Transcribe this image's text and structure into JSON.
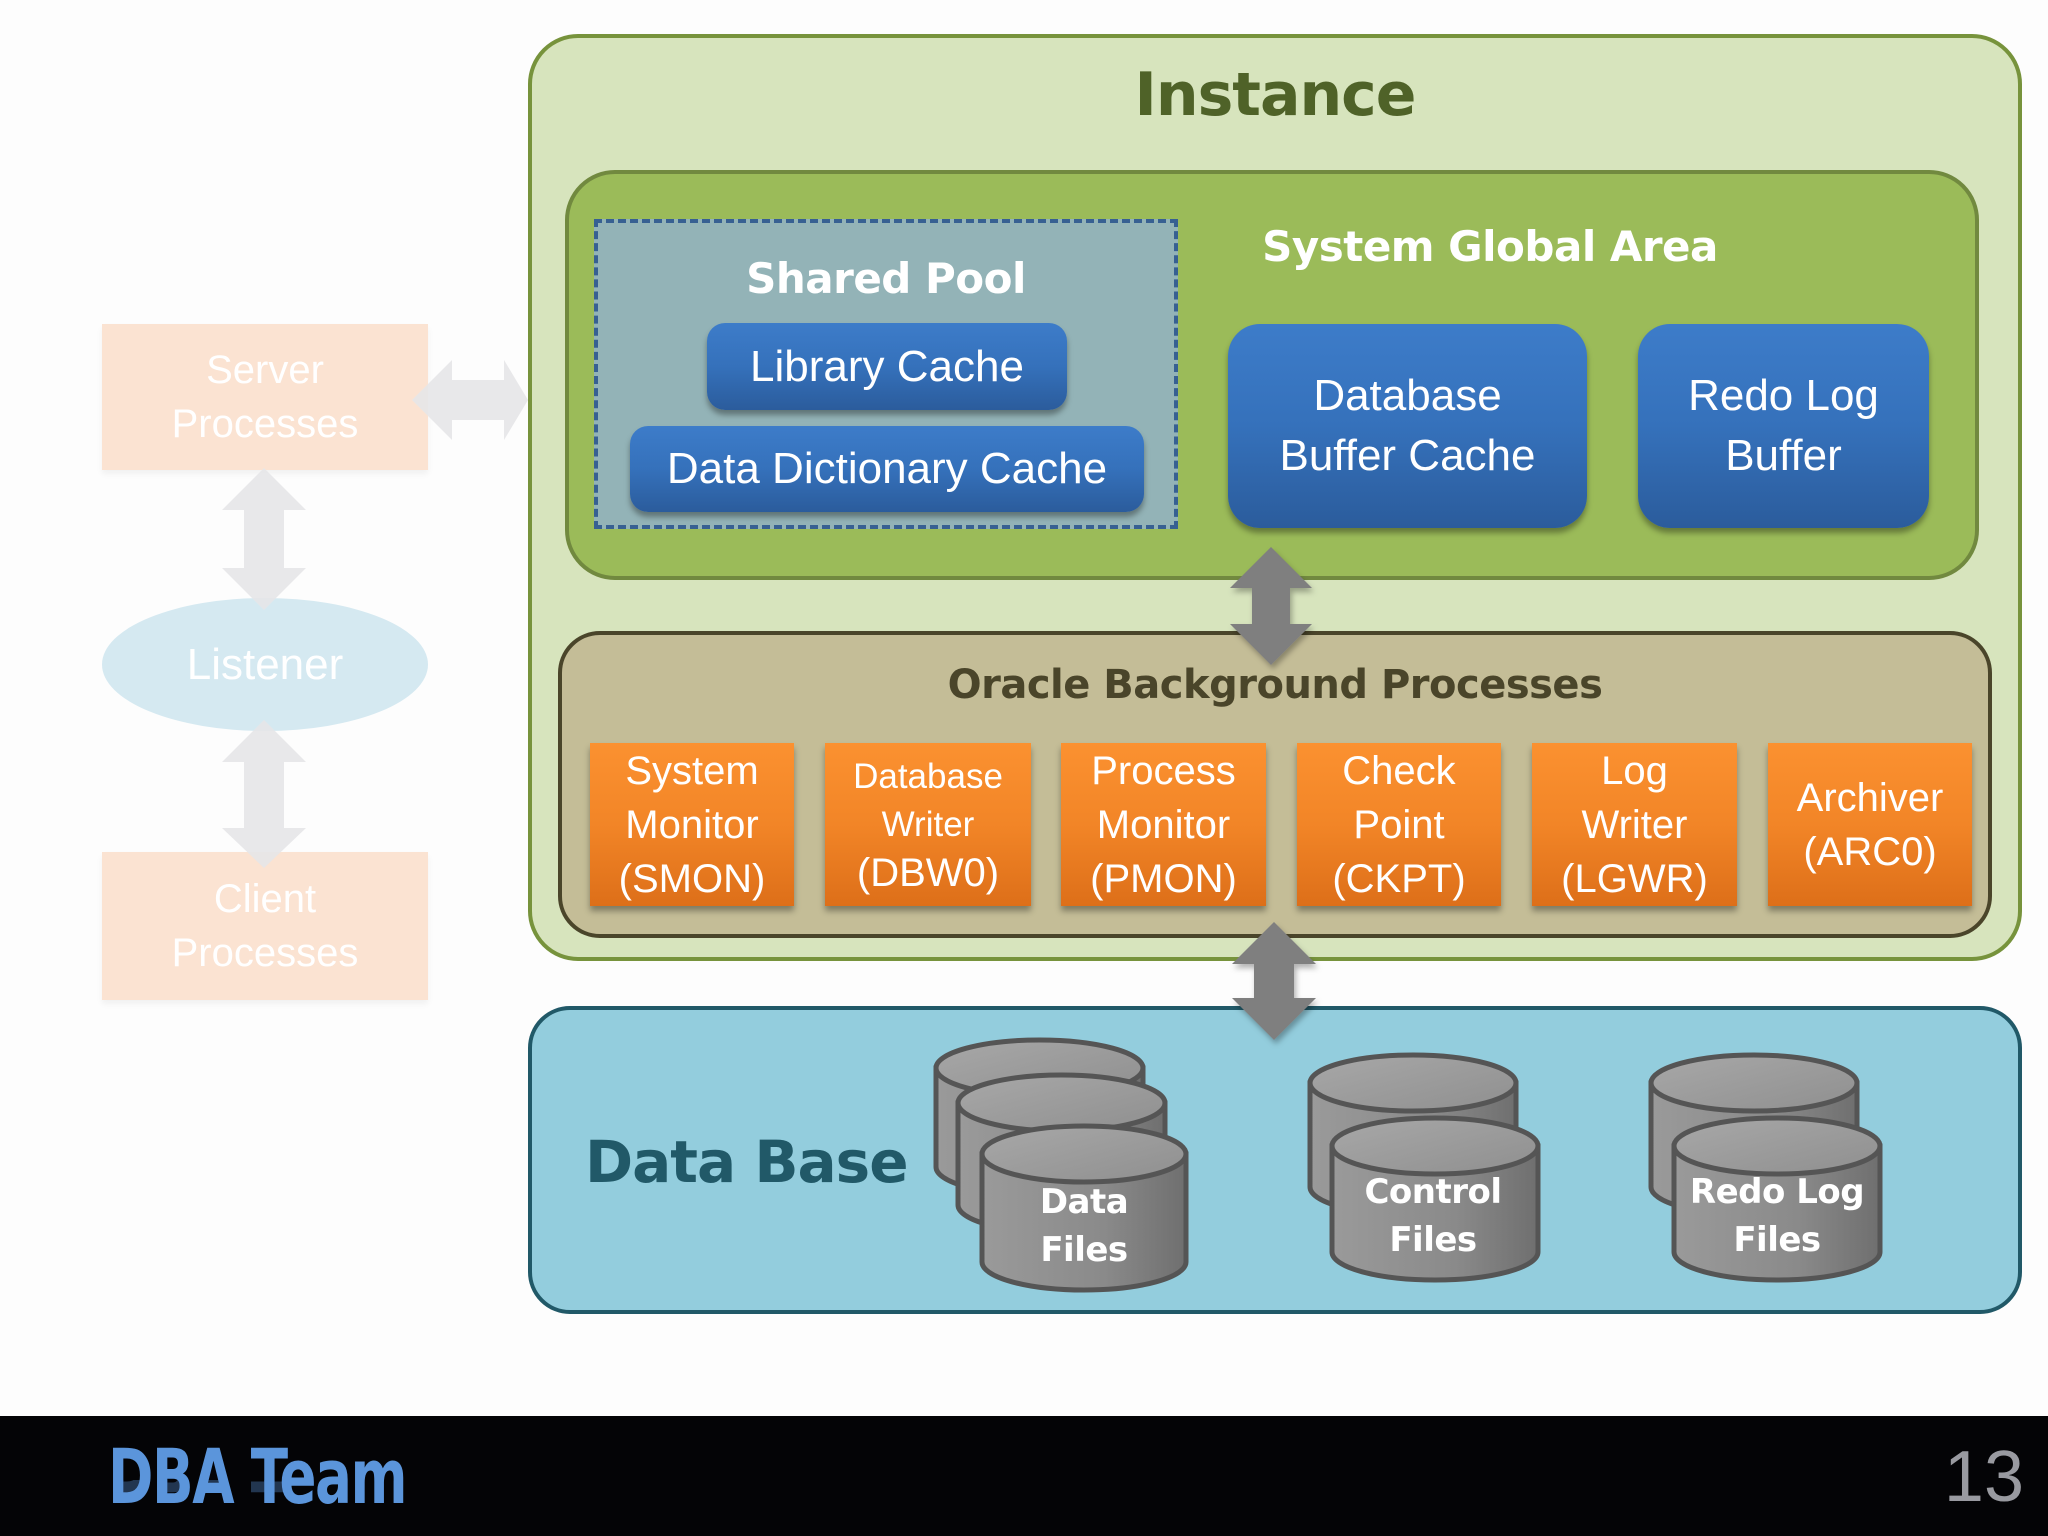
{
  "client_side": {
    "server_processes": [
      "Server",
      "Processes"
    ],
    "listener": "Listener",
    "client_processes": [
      "Client",
      "Processes"
    ]
  },
  "instance": {
    "title": "Instance",
    "sga": {
      "title": "System Global Area",
      "shared_pool": {
        "title": "Shared Pool",
        "library_cache": "Library Cache",
        "data_dictionary_cache": "Data Dictionary Cache"
      },
      "database_buffer_cache": [
        "Database",
        "Buffer Cache"
      ],
      "redo_log_buffer": [
        "Redo Log",
        "Buffer"
      ]
    },
    "background_processes": {
      "title": "Oracle Background Processes",
      "items": [
        {
          "lines": [
            "System",
            "Monitor",
            "(SMON)"
          ]
        },
        {
          "lines": [
            "Database",
            "Writer",
            "(DBW0)"
          ]
        },
        {
          "lines": [
            "Process",
            "Monitor",
            "(PMON)"
          ]
        },
        {
          "lines": [
            "Check",
            "Point",
            "(CKPT)"
          ]
        },
        {
          "lines": [
            "Log",
            "Writer",
            "(LGWR)"
          ]
        },
        {
          "lines": [
            "Archiver",
            "(ARC0)"
          ]
        }
      ]
    }
  },
  "database": {
    "title": "Data Base",
    "data_files": [
      "Data",
      "Files"
    ],
    "control_files": [
      "Control",
      "Files"
    ],
    "redo_log_files": [
      "Redo Log",
      "Files"
    ]
  },
  "footer": {
    "brand": "DBA Team",
    "page_number": "13"
  },
  "colors": {
    "instance_bg": "#d7e4bd",
    "sga_bg": "#9bbb59",
    "shared_pool_bg": "#93b3b7",
    "memory_box": "#3571bb",
    "background_processes_bg": "#c4bd97",
    "process_box": "#f28527",
    "database_bg": "#93cddd",
    "cylinder": "#8c8c8c",
    "arrow": "#7f7f7f",
    "brand": "#5b95db"
  }
}
